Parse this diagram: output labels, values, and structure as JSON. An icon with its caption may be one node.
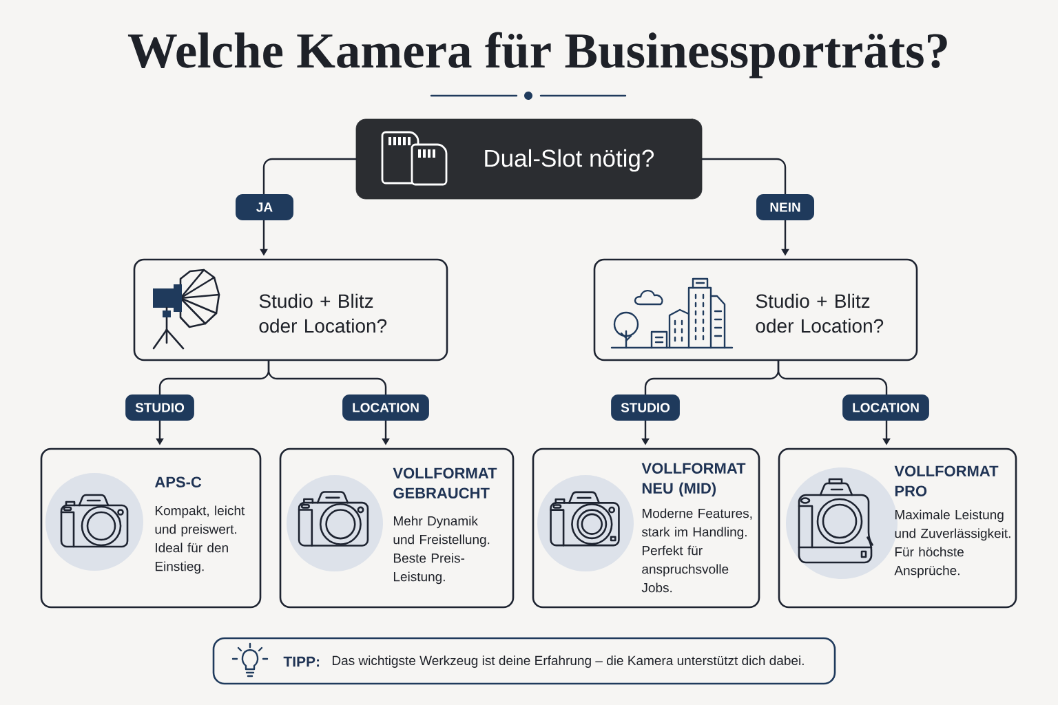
{
  "diagram": {
    "title": "Welche Kamera für Businessporträts?",
    "nodes": [
      {
        "text": [
          "Dual-Slot nötig?"
        ]
      },
      {
        "text": [
          "Studio + Blitz oder Location?"
        ]
      },
      {
        "text": [
          "Studio + Blitz oder Location?"
        ]
      },
      {
        "text": [
          "APS-C",
          "Kompakt, leicht und preiswert. Ideal für den Einstieg."
        ]
      },
      {
        "text": [
          "VOLLFORMAT GEBRAUCHT",
          "Mehr Dynamik und Freistellung. Beste Preis-Leistung."
        ]
      },
      {
        "text": [
          "VOLLFORMAT NEU (MID)",
          "Moderne Features, stark im Handling. Perfekt für anspruchsvolle Jobs."
        ]
      },
      {
        "text": [
          "VOLLFORMAT PRO",
          "Maximale Leistung und Zuverlässigkeit. Für höchste Ansprüche."
        ]
      },
      {
        "text": [
          "TIPP:",
          "Das wichtigste Werkzeug ist deine Erfahrung – die Kamera unterstützt dich dabei."
        ]
      }
    ],
    "edges": [
      {
        "from": 0,
        "to": 1,
        "arrow": "to",
        "label": "JA"
      },
      {
        "from": 0,
        "to": 2,
        "arrow": "to",
        "label": "NEIN"
      },
      {
        "from": 1,
        "to": 3,
        "arrow": "to",
        "label": "STUDIO"
      },
      {
        "from": 1,
        "to": 4,
        "arrow": "to",
        "label": "LOCATION"
      },
      {
        "from": 2,
        "to": 5,
        "arrow": "to",
        "label": "STUDIO"
      },
      {
        "from": 2,
        "to": 6,
        "arrow": "to",
        "label": "LOCATION"
      }
    ]
  }
}
